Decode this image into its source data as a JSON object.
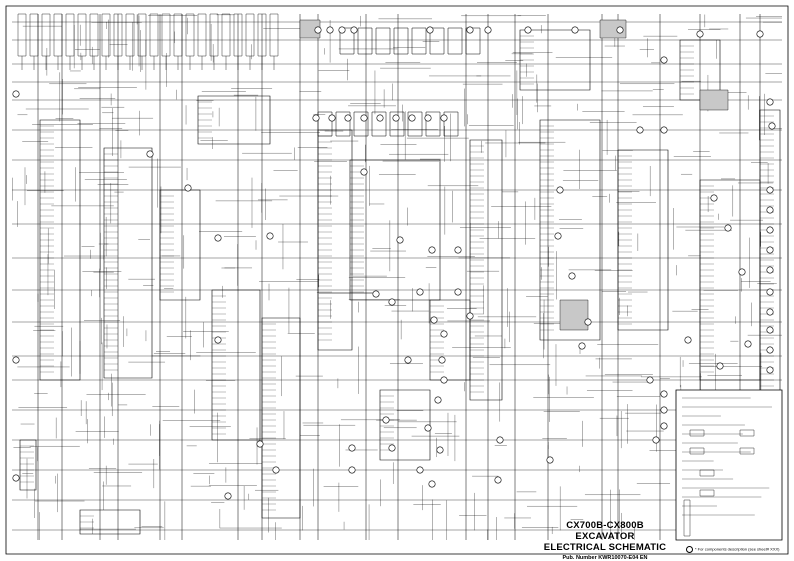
{
  "sheet": {
    "title_line1": "CX700B-CX800B  EXCAVATOR",
    "title_line2": "ELECTRICAL SCHEMATIC",
    "publication": "Pub. Number KWR10070-E04 EN",
    "footnote": "* For components description (see sheet# XXX)"
  },
  "colors": {
    "line": "#000000",
    "background": "#ffffff",
    "fill": "#c8c8c8"
  }
}
